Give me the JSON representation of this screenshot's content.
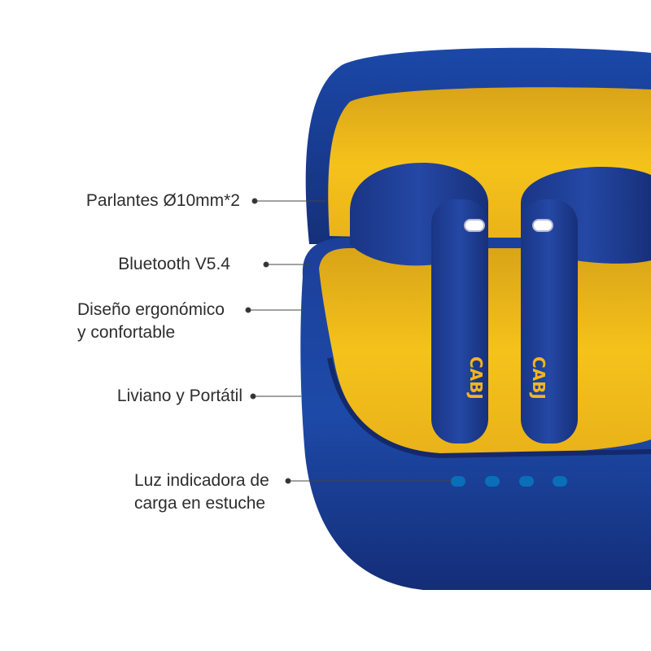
{
  "features": [
    {
      "lines": [
        "Parlantes Ø10mm*2"
      ]
    },
    {
      "lines": [
        "Bluetooth V5.4"
      ]
    },
    {
      "lines": [
        "Diseño ergonómico",
        "y confortable"
      ]
    },
    {
      "lines": [
        "Liviano y Portátil"
      ]
    },
    {
      "lines": [
        "Luz indicadora de",
        "carga en estuche"
      ]
    }
  ],
  "product": {
    "earbud_logo_text": "CABJ",
    "colors": {
      "blue": "#1f3a8f",
      "dark_blue": "#16296b",
      "yellow": "#f5c21b",
      "led": "#0a6fb8"
    }
  }
}
